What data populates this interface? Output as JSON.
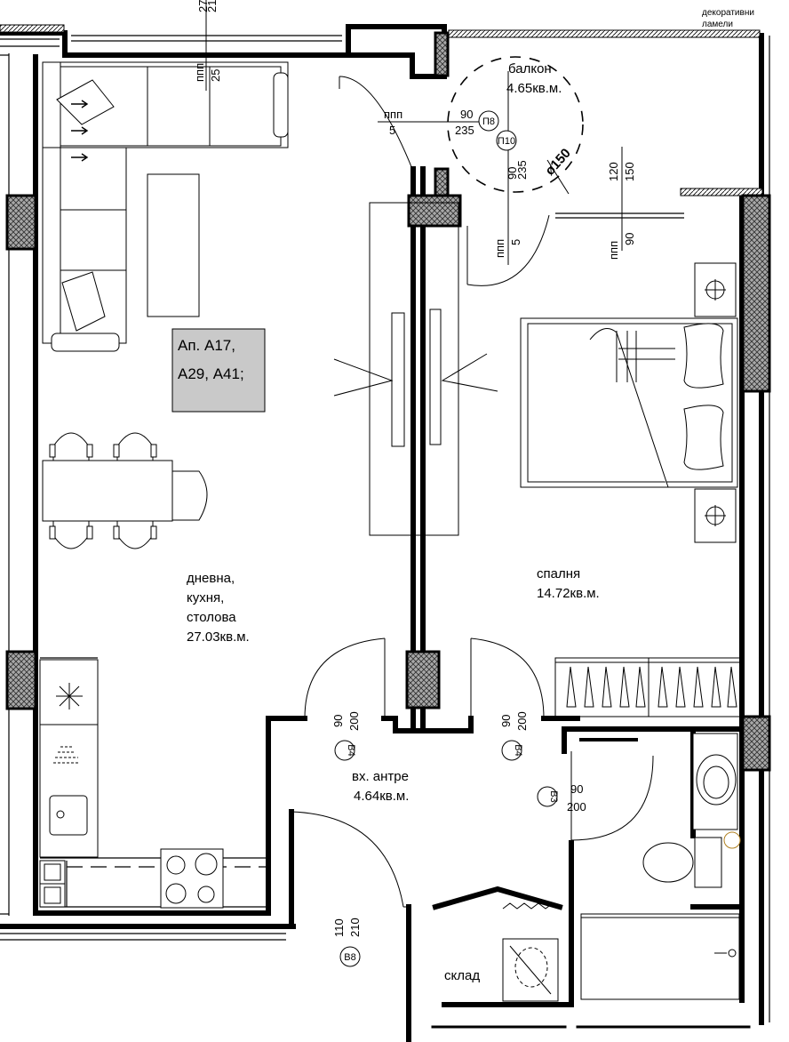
{
  "apartment": {
    "ids": [
      "Ап. А17,",
      "А29, А41;"
    ],
    "fill": "#c9c9c9"
  },
  "rooms": {
    "living": [
      "дневна,",
      "кухня,",
      "столова",
      "27.03кв.м."
    ],
    "bedroom": [
      "спалня",
      "14.72кв.м."
    ],
    "hall": [
      "вх. антре",
      "4.64кв.м."
    ],
    "balcony": [
      "балкон",
      "4.65кв.м."
    ],
    "storage": "склад"
  },
  "notes": {
    "decorative": [
      "декоративни",
      "ламели"
    ],
    "swing": "ø150"
  },
  "dims": {
    "top": [
      "27",
      "21",
      "25",
      "ппп"
    ],
    "balcony_door": [
      "ппп",
      "5",
      "90",
      "235",
      "90",
      "235"
    ],
    "balcony_lower": [
      "ппп",
      "5"
    ],
    "balcony_window": [
      "120",
      "150",
      "ппп",
      "90"
    ],
    "hall_left": [
      "90",
      "200"
    ],
    "hall_right": [
      "90",
      "200"
    ],
    "bath_door": [
      "90",
      "200"
    ],
    "entry_door": [
      "110",
      "210"
    ]
  },
  "markers": [
    "П8",
    "П10",
    "В4",
    "В4",
    "В3",
    "В8"
  ],
  "colors": {
    "wall": "#000000",
    "column": "#a0a0a0",
    "line": "#000000"
  }
}
